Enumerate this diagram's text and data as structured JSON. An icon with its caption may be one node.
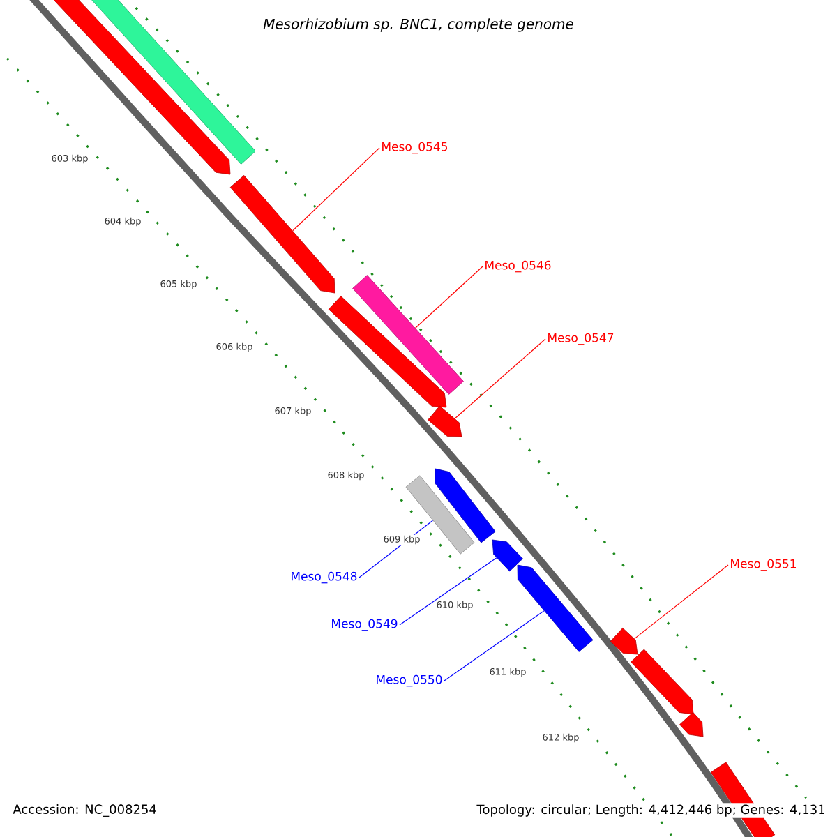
{
  "diagram": {
    "title": "Mesorhizobium sp. BNC1, complete genome",
    "nodes": [
      {
        "text": [
          "Meso_0545"
        ]
      },
      {
        "text": [
          "Meso_0546"
        ]
      },
      {
        "text": [
          "Meso_0547"
        ]
      },
      {
        "text": [
          "Meso_0548"
        ]
      },
      {
        "text": [
          "Meso_0549"
        ]
      },
      {
        "text": [
          "Meso_0550"
        ]
      },
      {
        "text": [
          "Meso_0551"
        ]
      },
      {
        "text": [],
        "shape": "bar"
      },
      {
        "text": [],
        "shape": "arrow"
      },
      {
        "text": [],
        "shape": "arrow"
      },
      {
        "text": [],
        "shape": "arrow"
      },
      {
        "text": [],
        "shape": "bar"
      },
      {
        "text": [],
        "shape": "arrow"
      },
      {
        "text": [],
        "shape": "bar"
      },
      {
        "text": [],
        "shape": "arrow"
      },
      {
        "text": [],
        "shape": "arrow"
      },
      {
        "text": [],
        "shape": "arrow"
      },
      {
        "text": [],
        "shape": "arrow"
      },
      {
        "text": [],
        "shape": "arrow"
      },
      {
        "text": [],
        "shape": "arrow"
      },
      {
        "text": [],
        "shape": "bar"
      }
    ],
    "edges": [
      {
        "from": 0,
        "to": 9,
        "arrow": "none"
      },
      {
        "from": 1,
        "to": 11,
        "arrow": "none"
      },
      {
        "from": 2,
        "to": 12,
        "arrow": "none"
      },
      {
        "from": 3,
        "to": 13,
        "arrow": "none",
        "color": "#0000ff"
      },
      {
        "from": 4,
        "to": 15,
        "arrow": "none",
        "color": "#0000ff"
      },
      {
        "from": 5,
        "to": 16,
        "arrow": "none",
        "color": "#0000ff"
      },
      {
        "from": 6,
        "to": 17,
        "arrow": "none"
      }
    ],
    "labels": [
      "603 kbp",
      "604 kbp",
      "605 kbp",
      "606 kbp",
      "607 kbp",
      "608 kbp",
      "609 kbp",
      "610 kbp",
      "611 kbp",
      "612 kbp",
      "Accession: NC_008254",
      "Topology: circular; Length: 4,412,446 bp; Genes: 4,131"
    ]
  }
}
